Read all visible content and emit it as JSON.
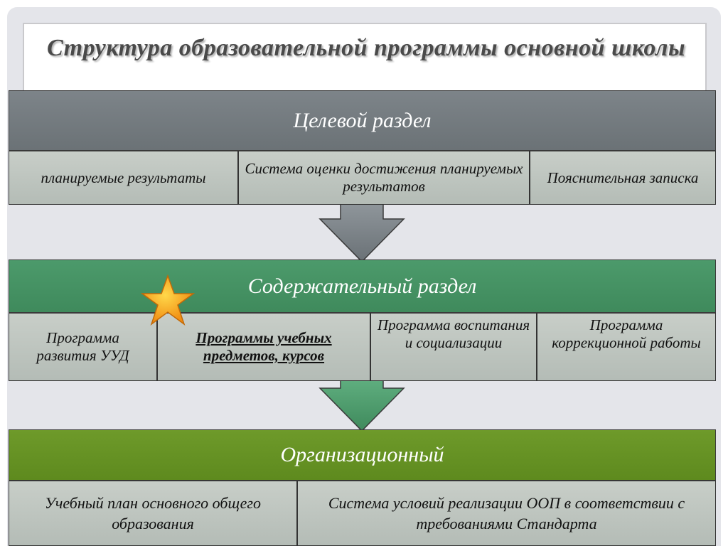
{
  "title": "Структура образовательной программы основной школы",
  "sections": [
    {
      "header": "Целевой раздел",
      "items": [
        "планируемые результаты",
        "Система оценки достижения планируемых результатов",
        "Пояснительная записка"
      ]
    },
    {
      "header": "Содержательный раздел",
      "items": [
        "Программа развития УУД",
        "Программы учебных предметов, курсов",
        "Программа воспитания и социализации",
        "Программа коррекционной работы"
      ]
    },
    {
      "header": "Организационный",
      "items": [
        "Учебный план основного общего образования",
        "Система условий реализации ООП в соответствии с требованиями Стандарта"
      ]
    }
  ],
  "colors": {
    "section1": "#737a7f",
    "section2": "#45915f",
    "section3": "#669224",
    "star": "#f5a623"
  }
}
